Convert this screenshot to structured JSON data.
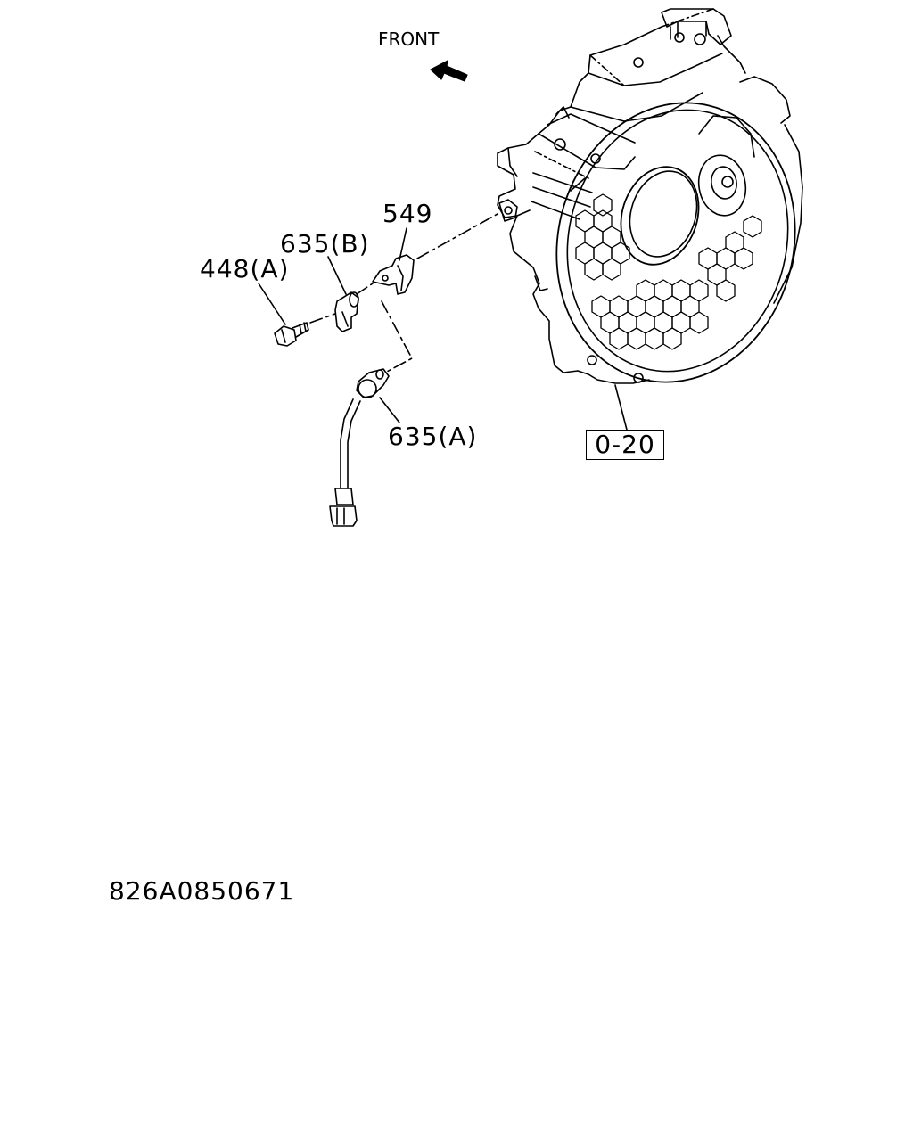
{
  "diagram": {
    "direction_label": "FRONT",
    "parts": [
      {
        "id": "549",
        "label": "549"
      },
      {
        "id": "635b",
        "label": "635(B)"
      },
      {
        "id": "448a",
        "label": "448(A)"
      },
      {
        "id": "635a",
        "label": "635(A)"
      }
    ],
    "reference_box": "0-20",
    "drawing_code": "826A0850671"
  },
  "colors": {
    "line": "#000000",
    "background": "#ffffff"
  },
  "icons": {
    "direction": "front-arrow-icon"
  }
}
